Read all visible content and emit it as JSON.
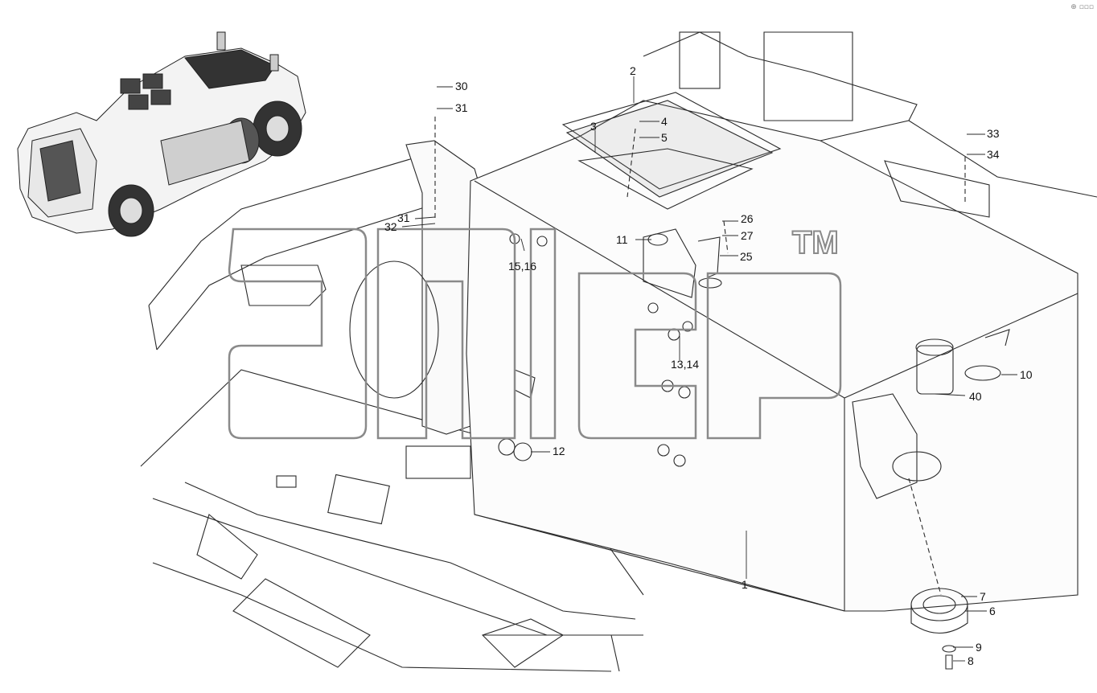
{
  "watermark": {
    "text": "ατιςρ",
    "trademark": "TM"
  },
  "corner_icons": "⊕ ▫▫▫",
  "callouts": [
    {
      "id": "c1",
      "text": "1"
    },
    {
      "id": "c2",
      "text": "2"
    },
    {
      "id": "c3",
      "text": "3"
    },
    {
      "id": "c4",
      "text": "4"
    },
    {
      "id": "c5",
      "text": "5"
    },
    {
      "id": "c6",
      "text": "6"
    },
    {
      "id": "c7",
      "text": "7"
    },
    {
      "id": "c8",
      "text": "8"
    },
    {
      "id": "c9",
      "text": "9"
    },
    {
      "id": "c10",
      "text": "10"
    },
    {
      "id": "c11",
      "text": "11"
    },
    {
      "id": "c12",
      "text": "12"
    },
    {
      "id": "c13",
      "text": "13,14"
    },
    {
      "id": "c15",
      "text": "15,16"
    },
    {
      "id": "c25",
      "text": "25"
    },
    {
      "id": "c26",
      "text": "26"
    },
    {
      "id": "c27",
      "text": "27"
    },
    {
      "id": "c30",
      "text": "30"
    },
    {
      "id": "c31a",
      "text": "31"
    },
    {
      "id": "c31b",
      "text": "31"
    },
    {
      "id": "c32",
      "text": "32"
    },
    {
      "id": "c33",
      "text": "33"
    },
    {
      "id": "c34",
      "text": "34"
    },
    {
      "id": "c40",
      "text": "40"
    }
  ],
  "colors": {
    "line": "#2a2a2a",
    "watermark": "#8a8a8a",
    "background": "#ffffff"
  }
}
